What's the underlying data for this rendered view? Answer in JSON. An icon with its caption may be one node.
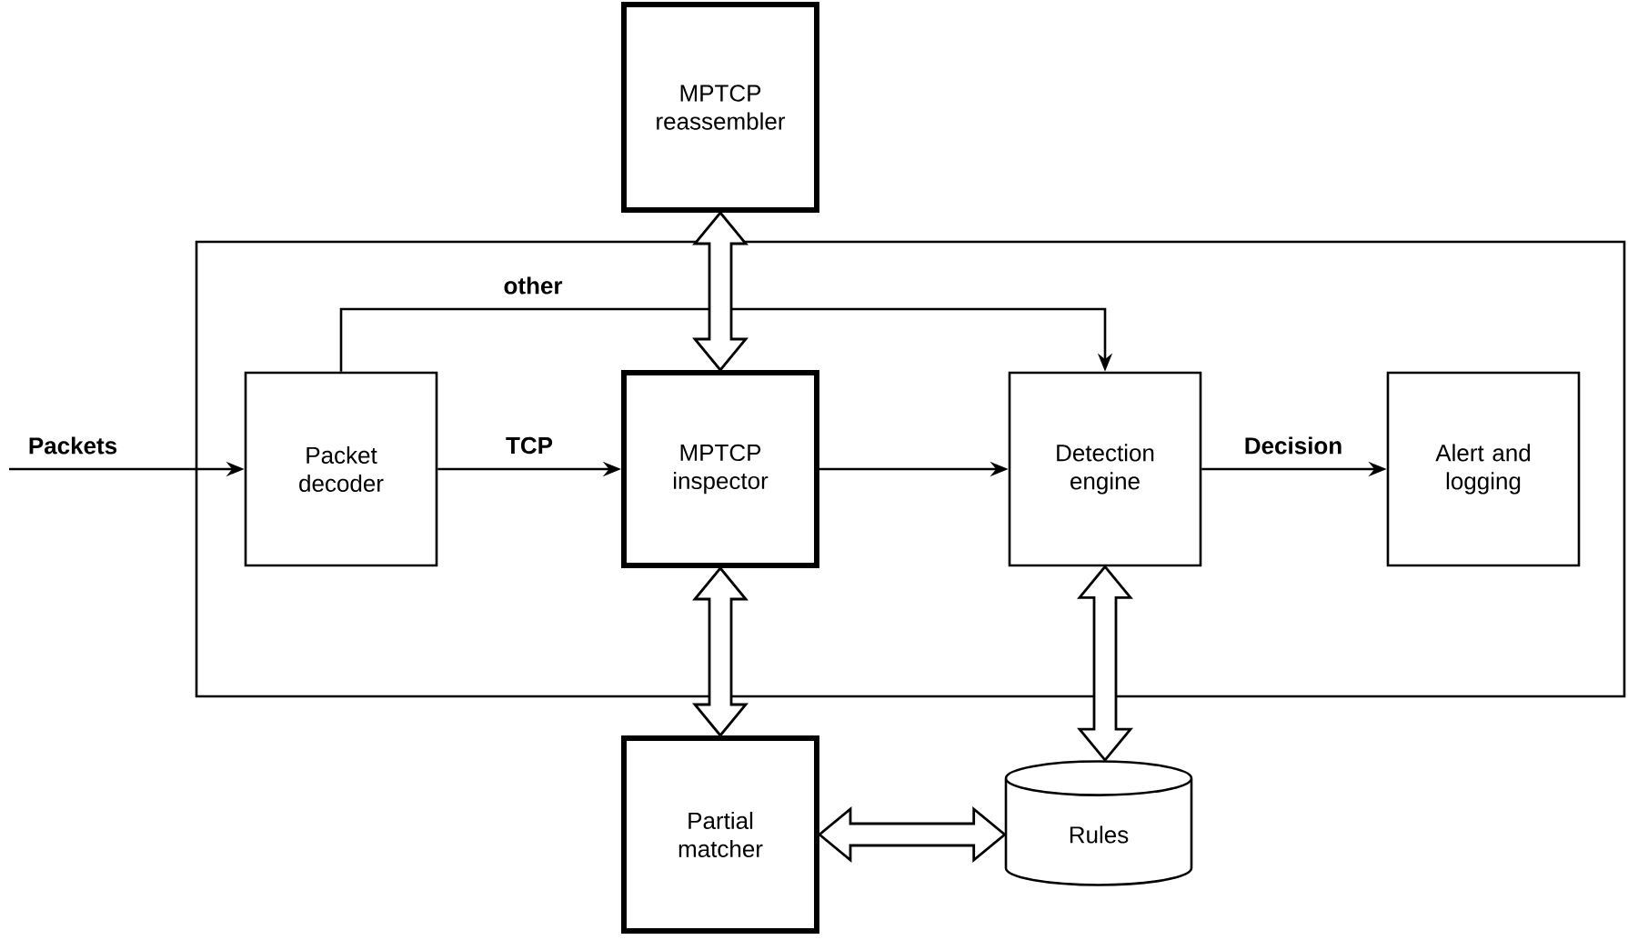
{
  "diagram": {
    "nodes": [
      {
        "text": [],
        "shape": "box"
      },
      {
        "text": [
          "MPTCP reassembler"
        ]
      },
      {
        "text": [
          "Packet decoder"
        ],
        "in": 0
      },
      {
        "text": [
          "MPTCP inspector"
        ],
        "in": 0
      },
      {
        "text": [
          "Detection engine"
        ],
        "in": 0
      },
      {
        "text": [
          "Alert and logging"
        ],
        "in": 0
      },
      {
        "text": [
          "Partial matcher"
        ]
      },
      {
        "text": [
          "Rules"
        ]
      }
    ],
    "edges": [
      {
        "from": null,
        "to": 2,
        "arrow": "to",
        "label": "Packets"
      },
      {
        "from": 2,
        "to": 3,
        "arrow": "to",
        "label": "TCP"
      },
      {
        "from": 2,
        "to": 4,
        "arrow": "to",
        "label": "other"
      },
      {
        "from": 3,
        "to": 4,
        "arrow": "to"
      },
      {
        "from": 4,
        "to": 5,
        "arrow": "to",
        "label": "Decision"
      },
      {
        "from": 1,
        "to": 3,
        "arrow": "both",
        "style": "thick"
      },
      {
        "from": 3,
        "to": 6,
        "arrow": "both",
        "style": "thick"
      },
      {
        "from": 4,
        "to": 7,
        "arrow": "both",
        "style": "thick"
      },
      {
        "from": 6,
        "to": 7,
        "arrow": "both",
        "style": "thick"
      }
    ]
  }
}
